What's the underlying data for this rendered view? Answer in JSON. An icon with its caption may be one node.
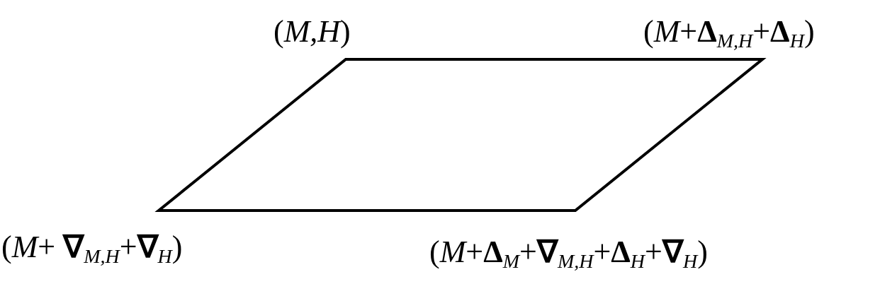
{
  "diagram": {
    "labels": [
      "(*M,H*)",
      "(*M*+**Δ**$_{M,H}$+**Δ**$_{H}$)",
      "(*M*+ **∇**$_{M,H}$+**∇**$_{H}$)",
      "(*M*+**Δ**$_{M}$+**∇**$_{M,H}$+**Δ**$_{H}$+**∇**$_{H}$)"
    ]
  }
}
